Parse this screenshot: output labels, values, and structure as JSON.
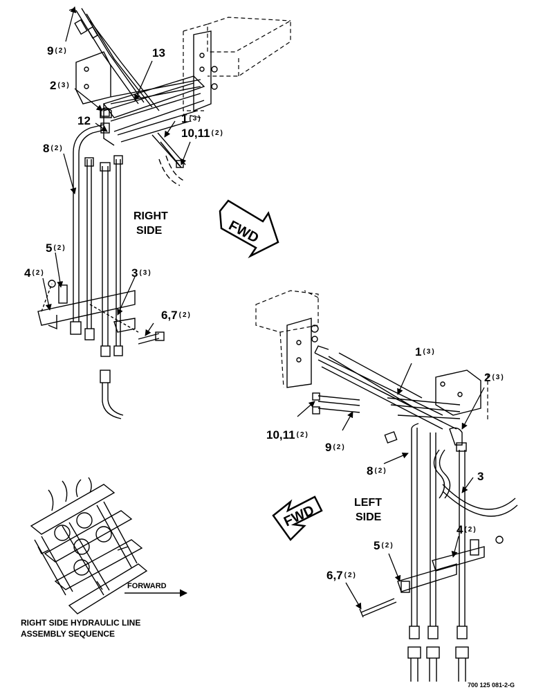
{
  "labels": {
    "r9": {
      "num": "9",
      "qty": "(2)"
    },
    "r13": {
      "num": "13",
      "qty": ""
    },
    "r2": {
      "num": "2",
      "qty": "(3)"
    },
    "r12": {
      "num": "12",
      "qty": ""
    },
    "r1": {
      "num": "1",
      "qty": "(3)"
    },
    "r1011": {
      "num": "10,11",
      "qty": "(2)"
    },
    "r8": {
      "num": "8",
      "qty": "(2)"
    },
    "r5": {
      "num": "5",
      "qty": "(2)"
    },
    "r4": {
      "num": "4",
      "qty": "(2)"
    },
    "r3": {
      "num": "3",
      "qty": "(3)"
    },
    "r67": {
      "num": "6,7",
      "qty": "(2)"
    },
    "l1": {
      "num": "1",
      "qty": "(3)"
    },
    "l2": {
      "num": "2",
      "qty": "(3)"
    },
    "l1011": {
      "num": "10,11",
      "qty": "(2)"
    },
    "l9": {
      "num": "9",
      "qty": "(2)"
    },
    "l8": {
      "num": "8",
      "qty": "(2)"
    },
    "l3": {
      "num": "3",
      "qty": ""
    },
    "l4": {
      "num": "4",
      "qty": "(2)"
    },
    "l5": {
      "num": "5",
      "qty": "(2)"
    },
    "l67": {
      "num": "6,7",
      "qty": "(2)"
    }
  },
  "right_side": {
    "line1": "RIGHT",
    "line2": "SIDE"
  },
  "left_side": {
    "line1": "LEFT",
    "line2": "SIDE"
  },
  "fwd_label": "FWD",
  "forward_label": "FORWARD",
  "caption": {
    "line1": "RIGHT SIDE HYDRAULIC LINE",
    "line2": "ASSEMBLY SEQUENCE"
  },
  "drawing_code": "700 125 081-2-G",
  "colors": {
    "ink": "#000000",
    "paper": "#ffffff"
  }
}
